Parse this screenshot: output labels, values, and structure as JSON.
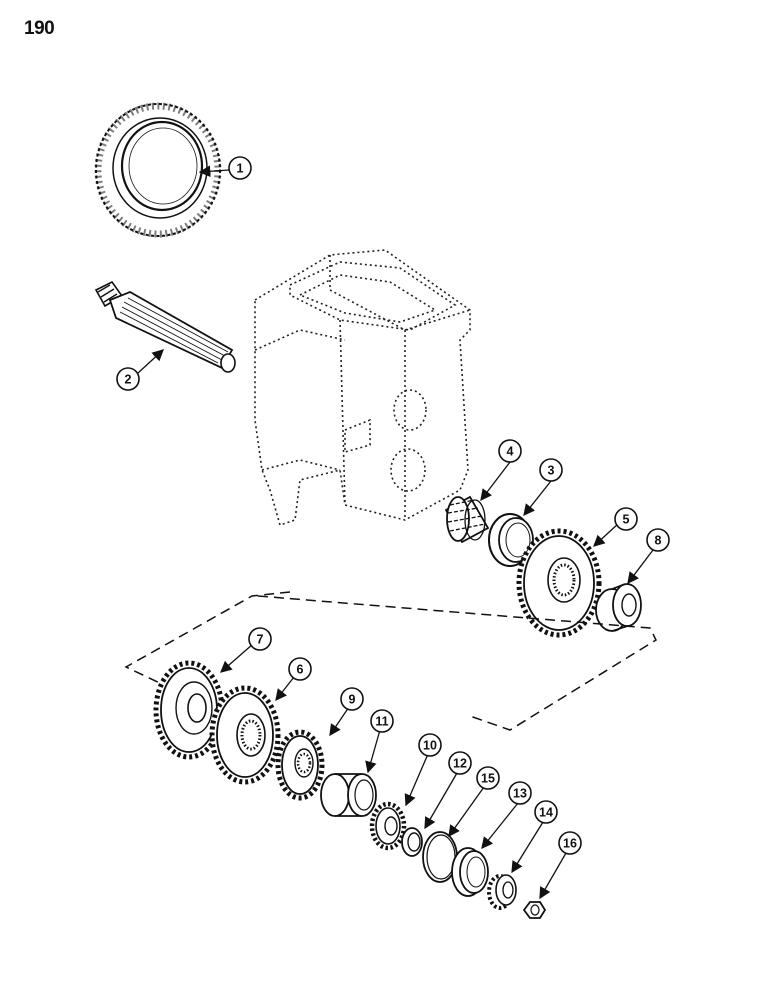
{
  "page": {
    "number": "190"
  },
  "callouts": {
    "c1": "1",
    "c2": "2",
    "c3": "3",
    "c4": "4",
    "c5": "5",
    "c6": "6",
    "c7": "7",
    "c8": "8",
    "c9": "9",
    "c10": "10",
    "c11": "11",
    "c12": "12",
    "c13": "13",
    "c14": "14",
    "c15": "15",
    "c16": "16"
  },
  "colors": {
    "ink": "#111111",
    "paper": "#ffffff"
  }
}
